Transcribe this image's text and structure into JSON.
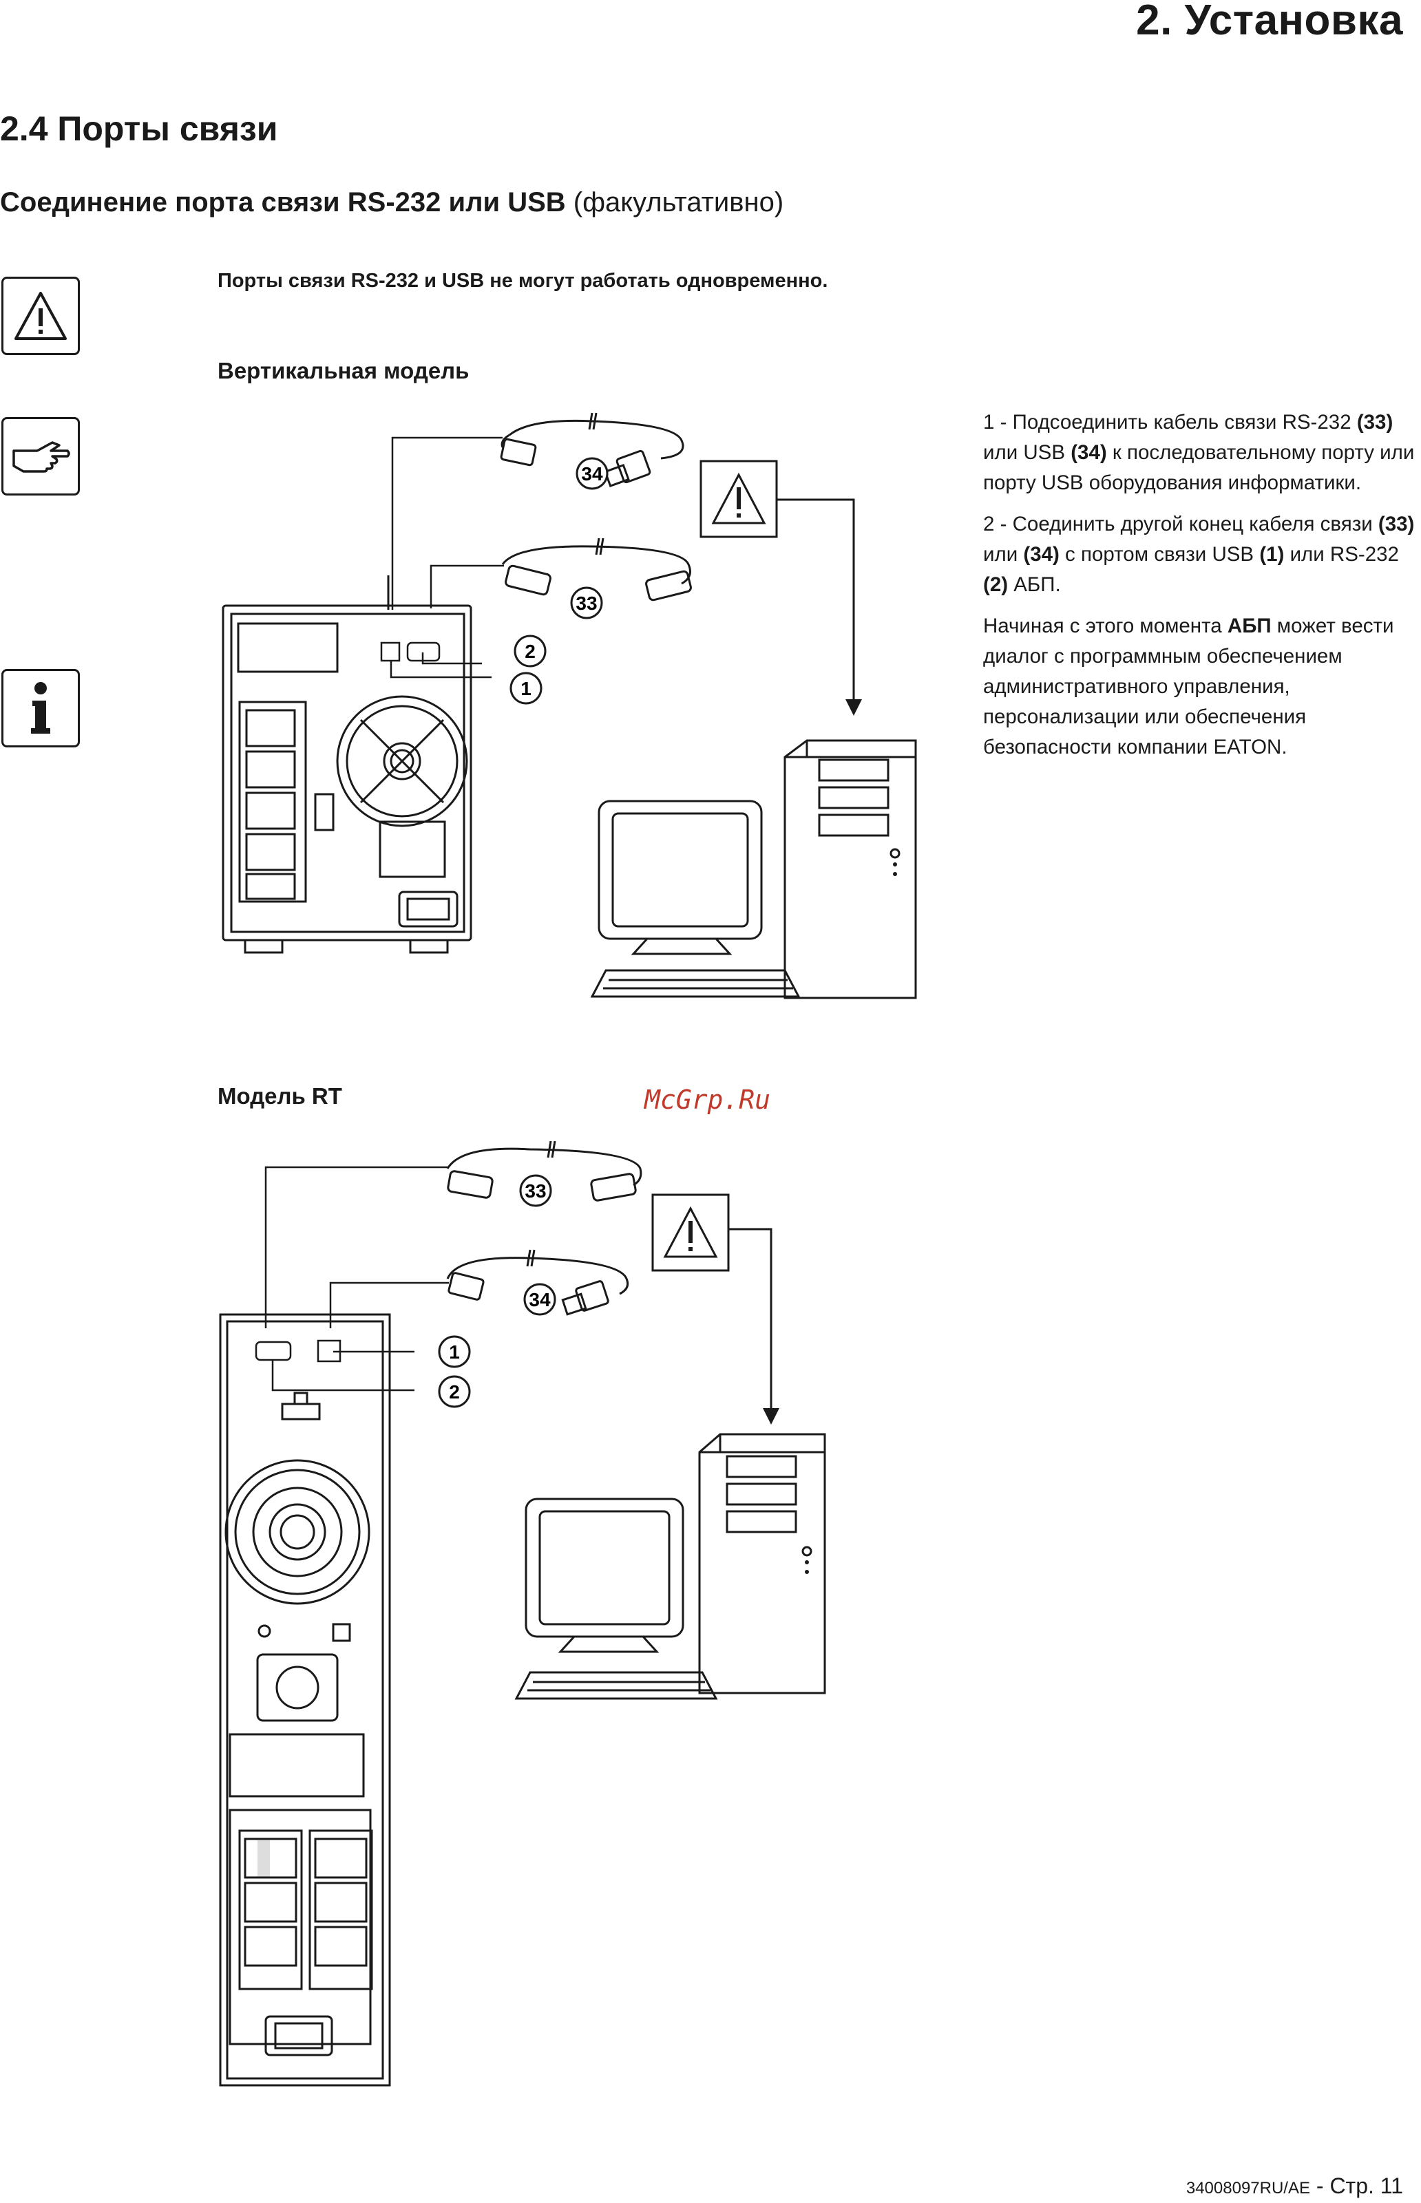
{
  "header": {
    "chapter": "2. Установка"
  },
  "section": {
    "title": "2.4 Порты связи"
  },
  "subtitle": {
    "bold": "Соединение порта связи RS-232 или USB",
    "normal": " (факультативно)"
  },
  "warning_note": "Порты связи RS-232 и USB не могут работать одновременно.",
  "figure_vertical": {
    "title": "Вертикальная модель",
    "callouts": {
      "c34": "34",
      "c33": "33",
      "c2": "2",
      "c1": "1"
    }
  },
  "figure_rt": {
    "title": "Модель RT",
    "callouts": {
      "c33": "33",
      "c34": "34",
      "c1": "1",
      "c2": "2"
    }
  },
  "watermark": "McGrp.Ru",
  "instructions": {
    "step1": {
      "prefix": "1 - Подсоединить кабель связи RS-232 ",
      "b1": "(33)",
      "mid": " или USB ",
      "b2": "(34)",
      "suffix": " к последовательному порту или порту USB оборудования информатики."
    },
    "step2": {
      "prefix": "2 - Соединить другой конец кабеля связи ",
      "b1": "(33)",
      "mid1": " или ",
      "b2": "(34)",
      "mid2": " с портом связи USB ",
      "b3": "(1)",
      "mid3": " или RS-232 ",
      "b4": "(2)",
      "suffix": " АБП."
    },
    "note": {
      "prefix": "Начиная с этого момента ",
      "bold": "АБП",
      "suffix": " может вести диалог с программным обеспечением административного управления, персонализации или обеспечения безопасности компании EATON."
    }
  },
  "footer": {
    "doc": "34008097RU/AE",
    "page": " - Стр. 11"
  },
  "icons": {
    "warning": "warning-triangle-icon",
    "hand": "pointing-hand-icon",
    "info": "info-icon"
  }
}
